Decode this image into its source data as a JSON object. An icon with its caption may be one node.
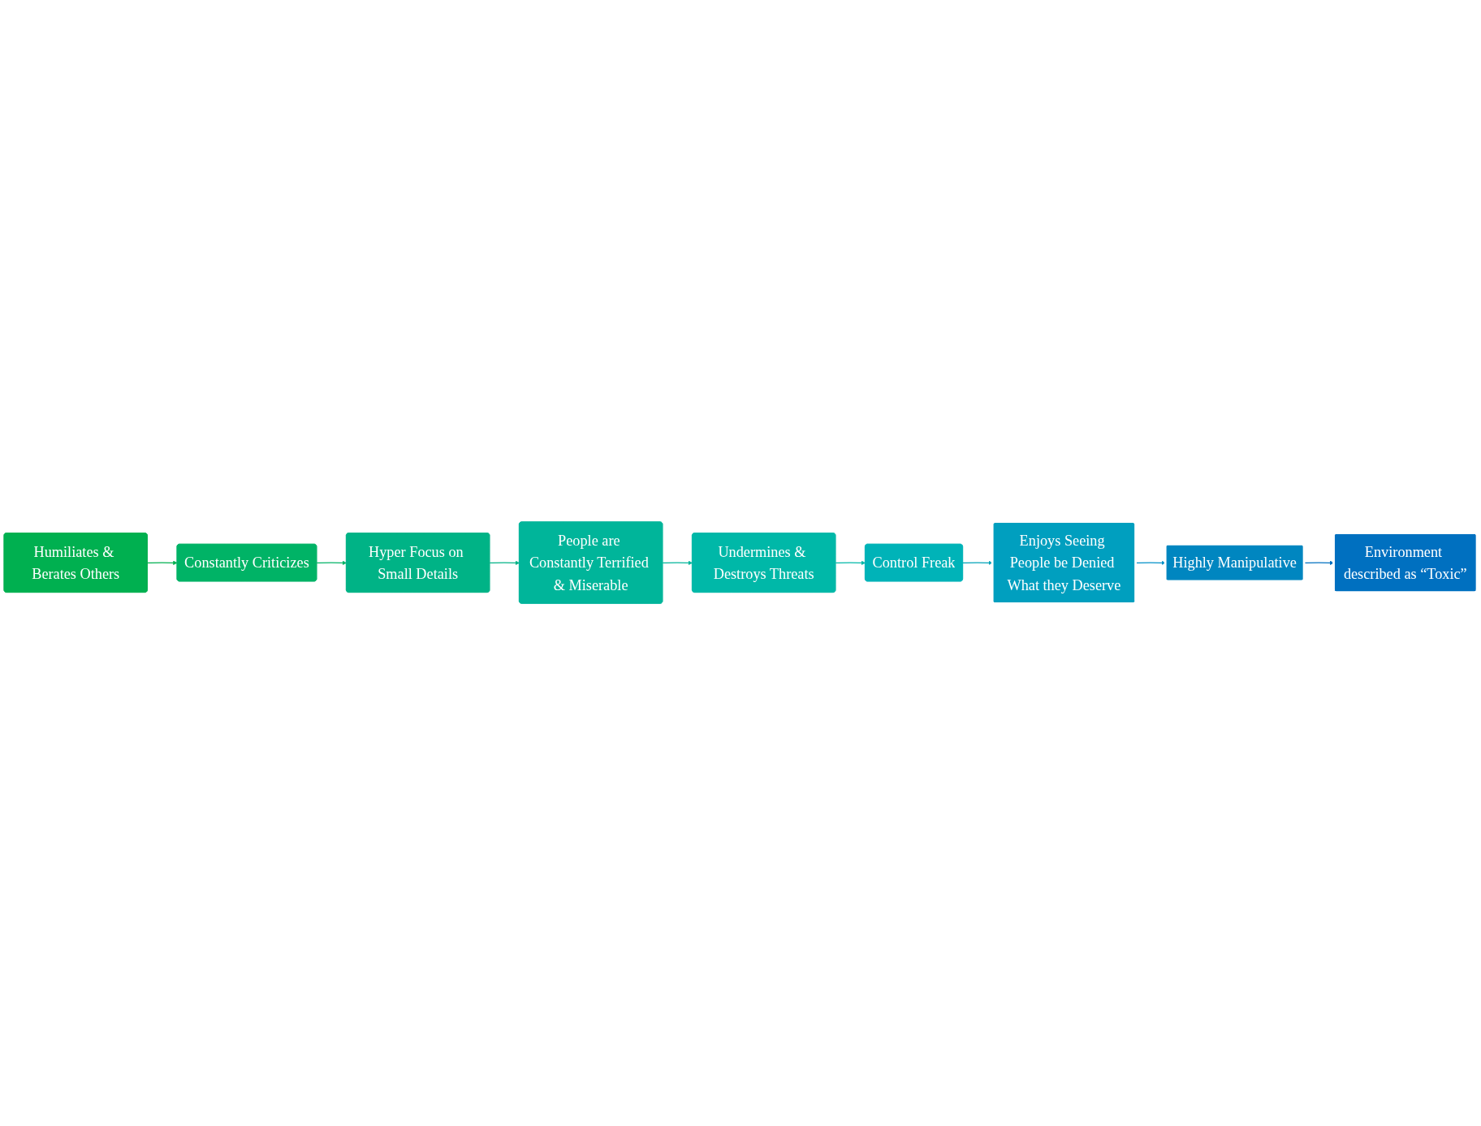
{
  "diagram": {
    "nodes": [
      {
        "text": [
          "Humiliates & Berates Others"
        ]
      },
      {
        "text": [
          "Constantly Criticizes"
        ]
      },
      {
        "text": [
          "Hyper Focus on Small Details"
        ]
      },
      {
        "text": [
          "People are Constantly Terrified & Miserable"
        ]
      },
      {
        "text": [
          "Undermines & Destroys Threats"
        ]
      },
      {
        "text": [
          "Control Freak"
        ]
      },
      {
        "text": [
          "Enjoys Seeing People be Denied What they Deserve"
        ]
      },
      {
        "text": [
          "Highly Manipulative"
        ]
      },
      {
        "text": [
          "Environment described as “Toxic”"
        ]
      }
    ],
    "edges": [
      {
        "from": 0,
        "to": 1,
        "arrow": "to",
        "color": "#00b050"
      },
      {
        "from": 1,
        "to": 2,
        "arrow": "to",
        "color": "#00b366"
      },
      {
        "from": 2,
        "to": 3,
        "arrow": "to",
        "color": "#00b386"
      },
      {
        "from": 3,
        "to": 4,
        "arrow": "to",
        "color": "#00b59a"
      },
      {
        "from": 4,
        "to": 5,
        "arrow": "to",
        "color": "#00b8a8"
      },
      {
        "from": 5,
        "to": 6,
        "arrow": "to",
        "color": "#00a3b8"
      },
      {
        "from": 6,
        "to": 7,
        "arrow": "to",
        "color": "#0090c8"
      },
      {
        "from": 7,
        "to": 8,
        "arrow": "to",
        "color": "#0070c0"
      }
    ]
  }
}
